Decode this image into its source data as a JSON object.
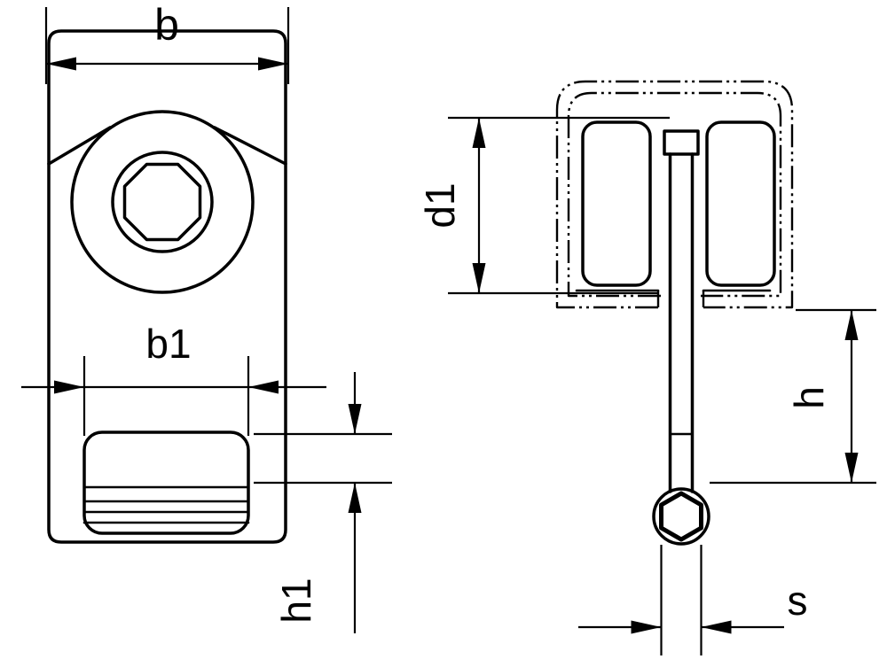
{
  "colors": {
    "line": "#000000",
    "background": "#ffffff"
  },
  "dimensions": {
    "b": {
      "label": "b"
    },
    "b1": {
      "label": "b1"
    },
    "h1": {
      "label": "h1"
    },
    "d1": {
      "label": "d1"
    },
    "h": {
      "label": "h"
    },
    "s": {
      "label": "s"
    }
  }
}
